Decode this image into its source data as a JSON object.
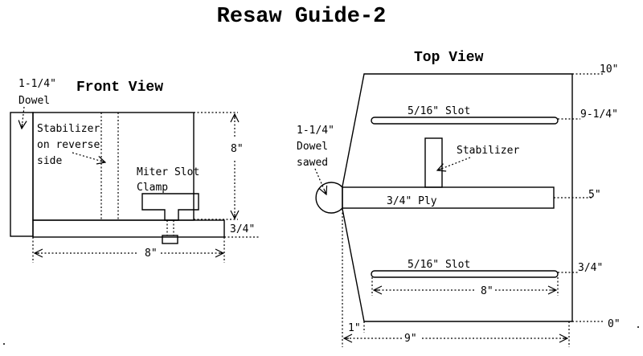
{
  "title": "Resaw Guide-2",
  "front_view": {
    "heading": "Front View",
    "dowel_label": [
      "1-1/4\"",
      "Dowel"
    ],
    "stabilizer_label": [
      "Stabilizer",
      "on reverse",
      "side"
    ],
    "clamp_label": [
      "Miter Slot",
      "Clamp"
    ],
    "dim_height": "8\"",
    "dim_base": "3/4\"",
    "dim_width": "8\""
  },
  "top_view": {
    "heading": "Top View",
    "slot_top_label": "5/16\" Slot",
    "slot_bottom_label": "5/16\" Slot",
    "stabilizer_label": "Stabilizer",
    "ply_label": "3/4\" Ply",
    "dowel_label": [
      "1-1/4\"",
      "Dowel",
      "sawed"
    ],
    "dim_10": "10\"",
    "dim_9_25": "9-1/4\"",
    "dim_5": "5\"",
    "dim_3_4": "3/4\"",
    "dim_0": "0\"",
    "dim_slot_len": "8\"",
    "dim_1": "1\"",
    "dim_9": "9\""
  }
}
